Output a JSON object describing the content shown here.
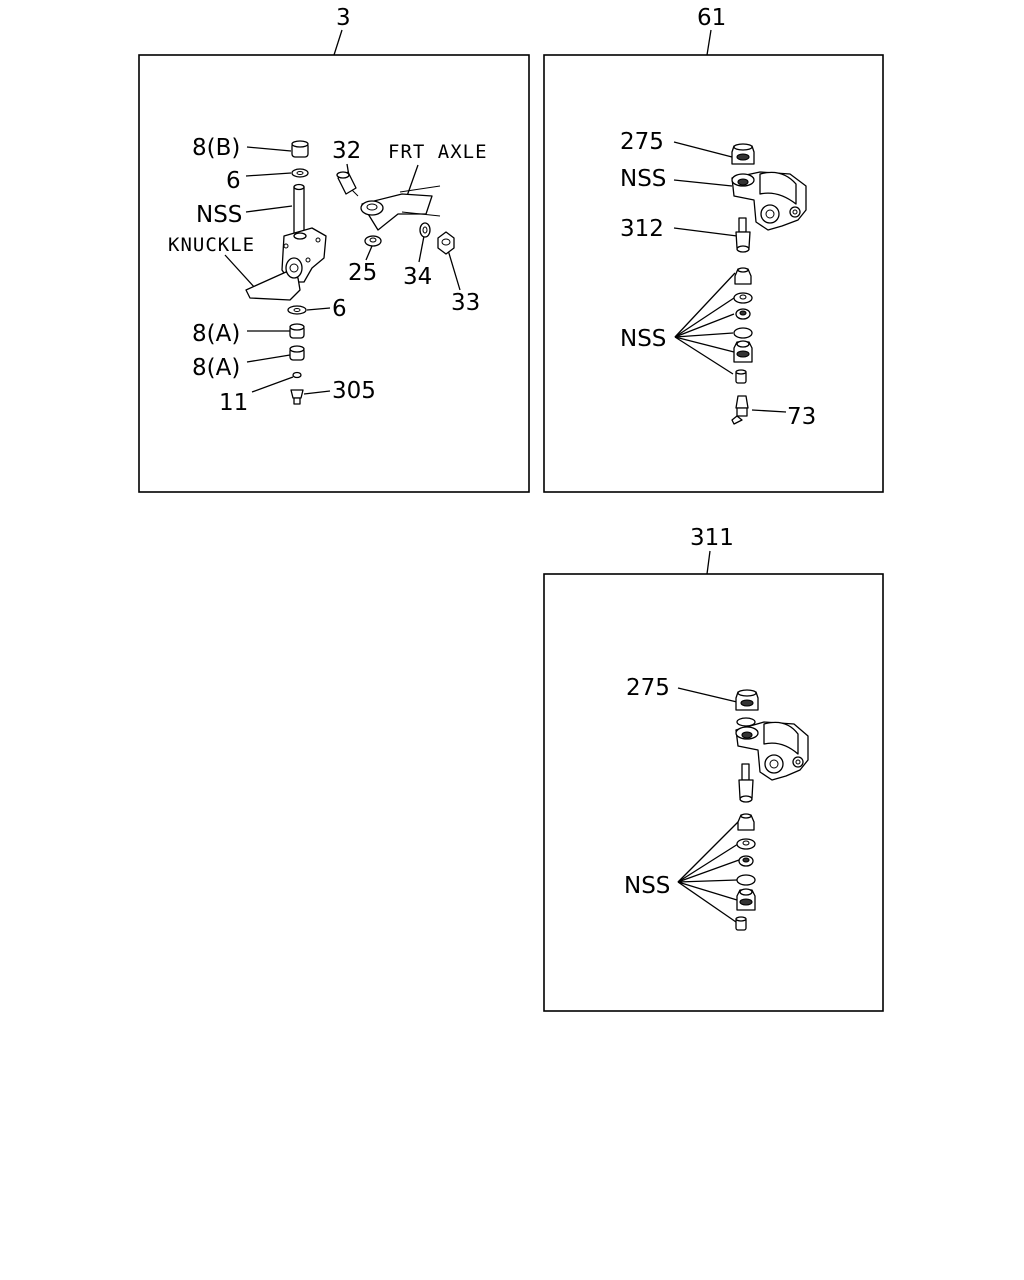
{
  "panels": {
    "p3": {
      "callout": "3",
      "labels": {
        "l_8b": "8(B)",
        "l_6a": "6",
        "l_nss": "NSS",
        "l_knuckle": "KNUCKLE",
        "l_32": "32",
        "l_frt_axle": "FRT AXLE",
        "l_25": "25",
        "l_34": "34",
        "l_33": "33",
        "l_6b": "6",
        "l_8a1": "8(A)",
        "l_8a2": "8(A)",
        "l_11": "11",
        "l_305": "305"
      }
    },
    "p61": {
      "callout": "61",
      "labels": {
        "l_275": "275",
        "l_nss1": "NSS",
        "l_312": "312",
        "l_nss2": "NSS",
        "l_73": "73"
      }
    },
    "p311": {
      "callout": "311",
      "labels": {
        "l_275": "275",
        "l_nss": "NSS"
      }
    }
  }
}
